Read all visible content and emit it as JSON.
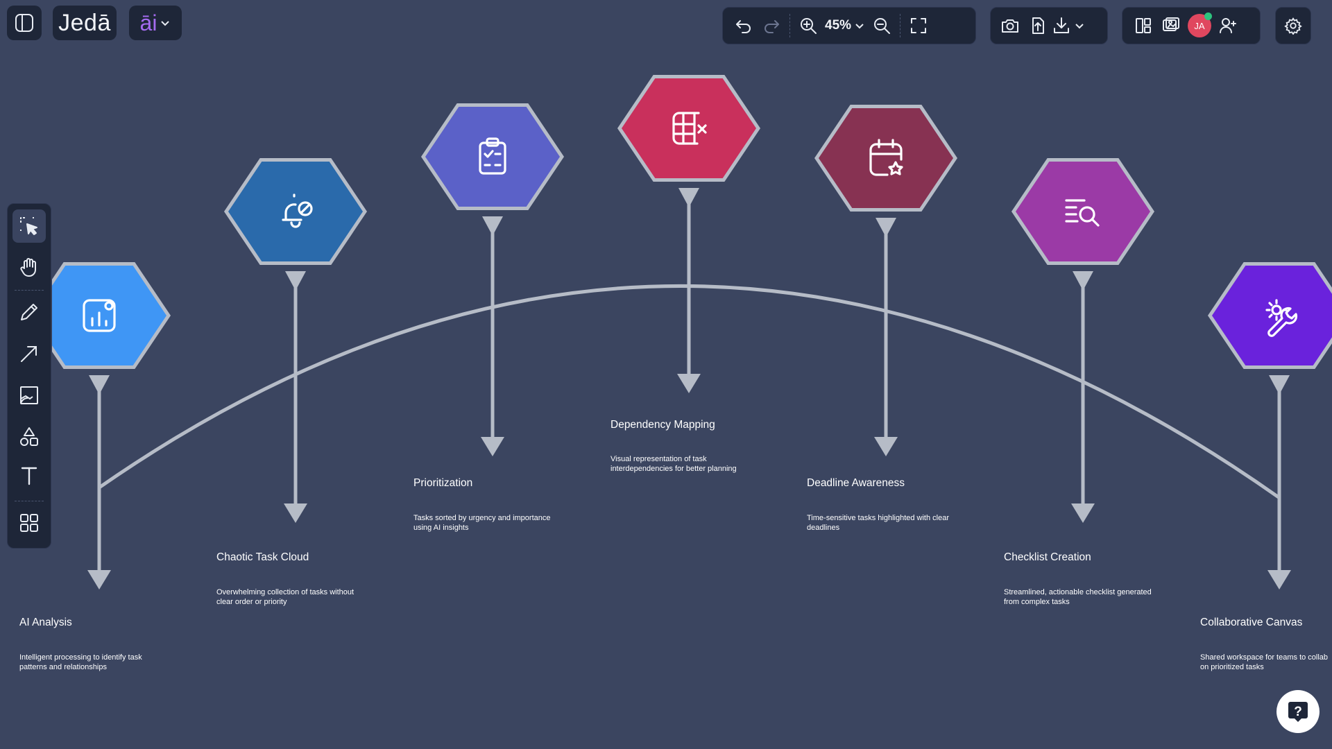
{
  "app": {
    "logo_text": "Jedā",
    "ai_label": "āi"
  },
  "toolbar": {
    "zoom_level": "45%",
    "avatar_initials": "JA"
  },
  "left_toolbar": {
    "tools": [
      "select-tool",
      "hand-tool",
      "pen-tool",
      "arrow-tool",
      "image-tool",
      "shapes-tool",
      "text-tool",
      "templates-tool"
    ]
  },
  "diagram": {
    "steps": [
      {
        "title": "AI Analysis",
        "description": "Intelligent processing to identify task patterns and relationships",
        "color": "#3f96f5",
        "icon": "chart-icon"
      },
      {
        "title": "Chaotic Task Cloud",
        "description": "Overwhelming collection of tasks without clear order or priority",
        "color": "#2a6aab",
        "icon": "bell-off-icon"
      },
      {
        "title": "Prioritization",
        "description": "Tasks sorted by urgency and importance using AI insights",
        "color": "#5b61c8",
        "icon": "clipboard-check-icon"
      },
      {
        "title": "Dependency Mapping",
        "description": "Visual representation of task interdependencies for better planning",
        "color": "#c9305c",
        "icon": "table-x-icon"
      },
      {
        "title": "Deadline Awareness",
        "description": "Time-sensitive tasks highlighted with clear deadlines",
        "color": "#873252",
        "icon": "calendar-star-icon"
      },
      {
        "title": "Checklist Creation",
        "description": "Streamlined, actionable checklist generated from complex tasks",
        "color": "#9b3aa6",
        "icon": "list-search-icon"
      },
      {
        "title": "Collaborative Canvas",
        "description": "Shared workspace for teams to collab on prioritized tasks",
        "color": "#6a22dc",
        "icon": "wrench-gear-icon"
      }
    ]
  },
  "colors": {
    "canvas_bg": "#3b4560",
    "toolbar_bg": "#1e2638",
    "connector": "#b6bcc7",
    "accent_purple": "#a56cf0"
  }
}
